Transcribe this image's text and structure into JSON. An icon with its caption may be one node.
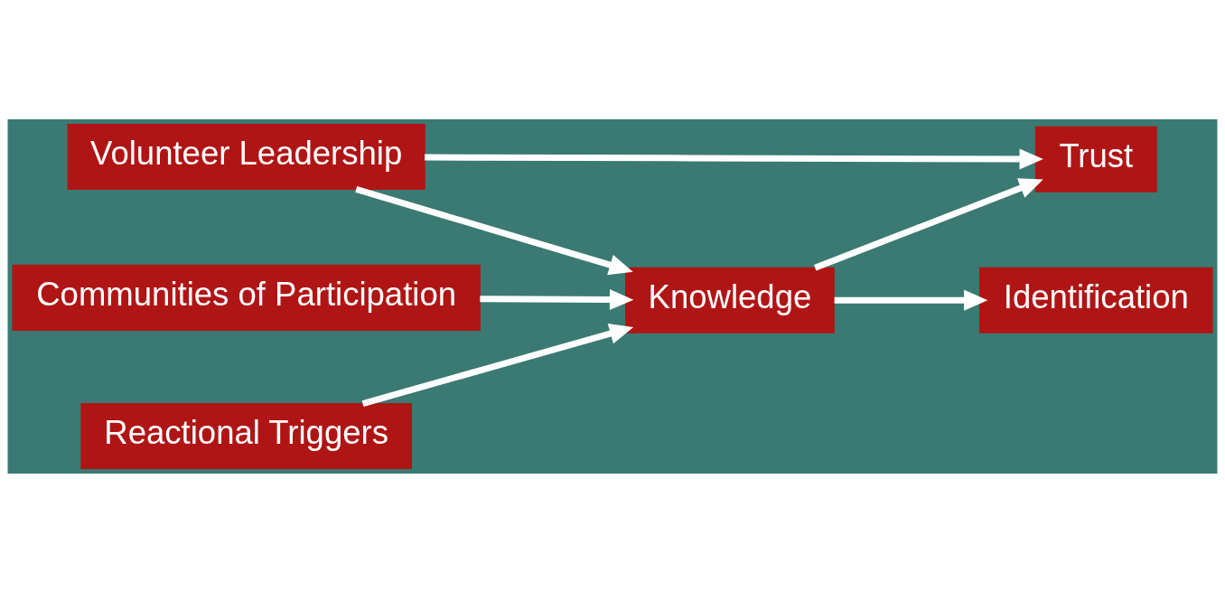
{
  "diagram": {
    "nodes": [
      {
        "text": [
          "Volunteer Leadership"
        ]
      },
      {
        "text": [
          "Trust"
        ]
      },
      {
        "text": [
          "Communities of Participation"
        ]
      },
      {
        "text": [
          "Knowledge"
        ]
      },
      {
        "text": [
          "Reactional Triggers"
        ]
      },
      {
        "text": [
          "Identification"
        ]
      }
    ],
    "edges": [
      {
        "from": 0,
        "to": 1,
        "arrow": "to"
      },
      {
        "from": 0,
        "to": 3,
        "arrow": "to"
      },
      {
        "from": 2,
        "to": 3,
        "arrow": "to"
      },
      {
        "from": 3,
        "to": 1,
        "arrow": "to"
      },
      {
        "from": 4,
        "to": 3,
        "arrow": "to"
      },
      {
        "from": 3,
        "to": 5,
        "arrow": "to"
      }
    ]
  }
}
